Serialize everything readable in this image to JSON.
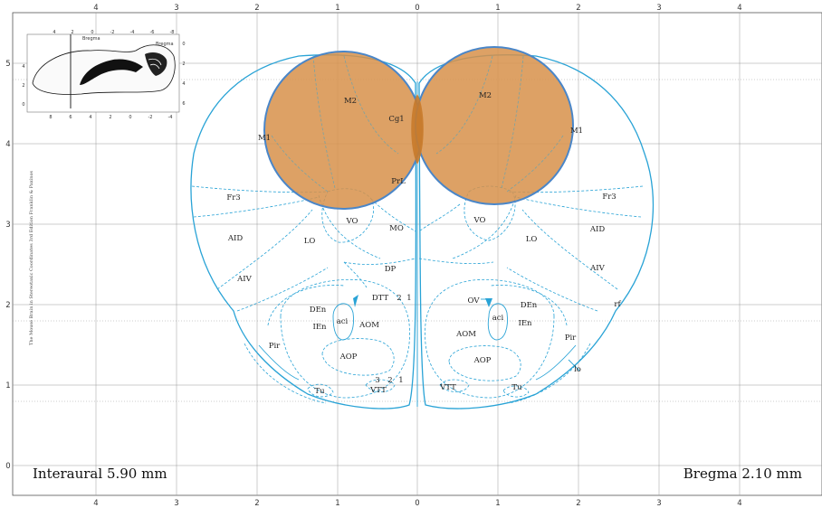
{
  "axes": {
    "top_ticks": [
      "4",
      "3",
      "2",
      "1",
      "0",
      "1",
      "2",
      "3",
      "4"
    ],
    "bottom_ticks": [
      "4",
      "3",
      "2",
      "1",
      "0",
      "1",
      "2",
      "3",
      "4"
    ],
    "left_ticks": [
      "5",
      "4",
      "3",
      "2",
      "1",
      "0"
    ]
  },
  "footer": {
    "interaural": "Interaural 5.90 mm",
    "bregma": "Bregma 2.10 mm"
  },
  "side_text": "The Mouse Brain in Stereotaxic Coordinates 3rd Edition  Franklin & Paxinos",
  "inset": {
    "top_ticks": [
      "4",
      "2",
      "0",
      "-2",
      "-4",
      "-6",
      "-8"
    ],
    "bottom_ticks": [
      "8",
      "6",
      "4",
      "2",
      "0",
      "-2",
      "-4"
    ],
    "left_ticks": [
      "4",
      "2",
      "0"
    ],
    "right_ticks": [
      "0",
      "2",
      "4",
      "6"
    ],
    "bregma_label": "Bregma",
    "bregma2_label": "Bregma"
  },
  "regions": {
    "m2_left": "M2",
    "m2_right": "M2",
    "m1_left": "M1",
    "m1_right": "M1",
    "cg1": "Cg1",
    "prl": "PrL",
    "fr3_left": "Fr3",
    "fr3_right": "Fr3",
    "aid_left": "AID",
    "aid_right": "AID",
    "aiv_left": "AIV",
    "aiv_right": "AIV",
    "lo_left": "LO",
    "lo_right": "LO",
    "vo_left": "VO",
    "vo_right": "VO",
    "mo": "MO",
    "dp": "DP",
    "dtt": "DTT",
    "layer2": "2",
    "layer1": "1",
    "den_left": "DEn",
    "den_right": "DEn",
    "ien_left": "IEn",
    "ien_right": "IEn",
    "aci_left": "aci",
    "aci_right": "aci",
    "aom_left": "AOM",
    "aom_right": "AOM",
    "aop_left": "AOP",
    "aop_right": "AOP",
    "pir_left": "Pir",
    "pir_right": "Pir",
    "tu_left": "Tu",
    "tu_right": "Tu",
    "vtt_left": "VTT",
    "vtt_right": "VTT",
    "l3": "3",
    "l2": "2",
    "l1": "1",
    "ov": "OV",
    "rf": "rf",
    "lo_tract": "lo"
  },
  "colors": {
    "outline": "#29a3d6",
    "injection_fill": "#d7904a",
    "injection_stroke": "#4a86c8"
  }
}
